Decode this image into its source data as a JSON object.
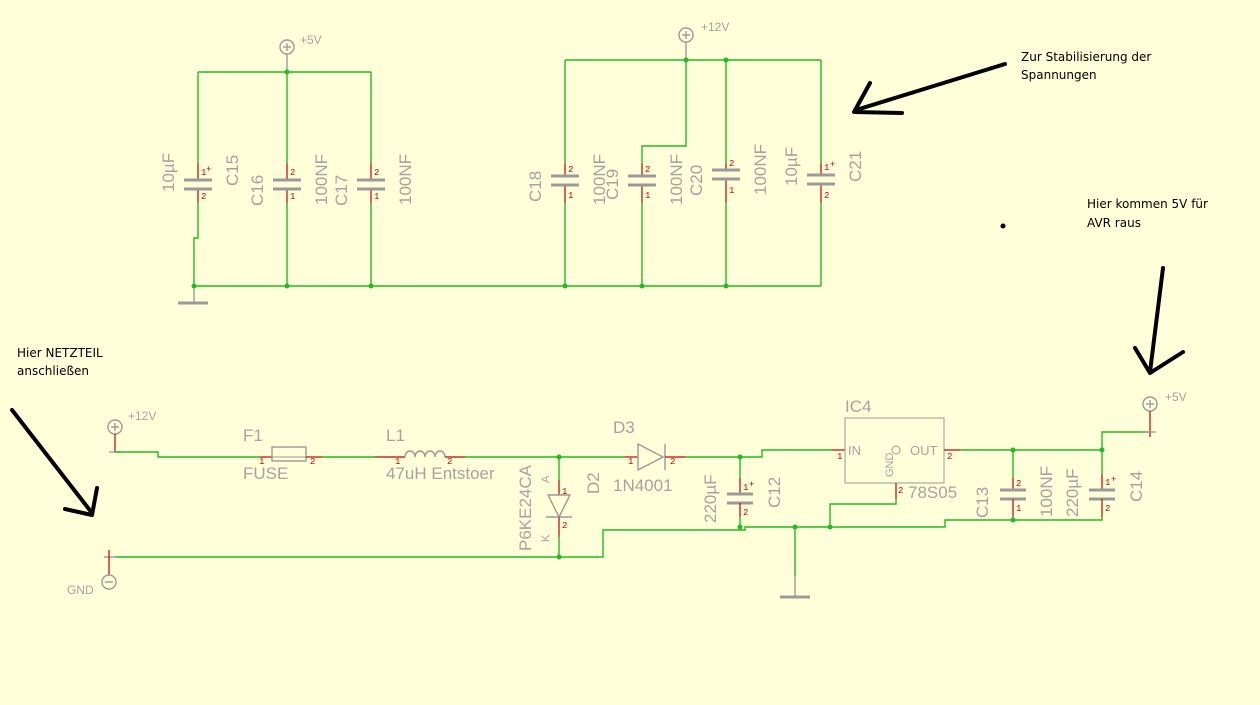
{
  "annotations": {
    "stabilize_line1": "Zur Stabilisierung der",
    "stabilize_line2": "Spannungen",
    "avr_line1": "Hier kommen 5V für",
    "avr_line2": "AVR raus",
    "psu_line1": "Hier NETZTEIL",
    "psu_line2": "anschließen"
  },
  "supplies": {
    "top_5v": "+5V",
    "top_12v": "+12V",
    "in_12v": "+12V",
    "out_5v": "+5V",
    "gnd": "GND"
  },
  "top_caps": [
    {
      "name": "C15",
      "value": "10µF"
    },
    {
      "name": "C16",
      "value": "100NF"
    },
    {
      "name": "C17",
      "value": "100NF"
    },
    {
      "name": "C18",
      "value": "100NF"
    },
    {
      "name": "C19",
      "value": "100NF"
    },
    {
      "name": "C20",
      "value": "100NF"
    },
    {
      "name": "C21",
      "value": "10µF"
    }
  ],
  "parts": {
    "fuse_name": "F1",
    "fuse_value": "FUSE",
    "coil_name": "L1",
    "coil_value": "47uH Entstoer",
    "tvs_name": "D2",
    "tvs_value": "P6KE24CA",
    "diode_name": "D3",
    "diode_value": "1N4001",
    "c12_name": "C12",
    "c12_value": "220µF",
    "ic_name": "IC4",
    "ic_value": "78S05",
    "ic_in": "IN",
    "ic_out": "OUT",
    "ic_gnd": "GND",
    "c13_name": "C13",
    "c13_value": "100NF",
    "c14_name": "C14",
    "c14_value": "220µF"
  },
  "pins": {
    "p1": "1",
    "p2": "2",
    "plus": "+",
    "anode": "A",
    "cathode": "K"
  }
}
